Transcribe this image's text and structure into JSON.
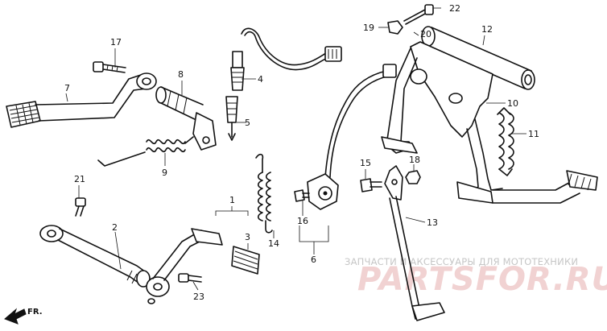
{
  "watermark": {
    "line1": "ЗАПЧАСТИ И АКСЕССУАРЫ ДЛЯ МОТОТЕХНИКИ",
    "line2": "PARTSFOR.RU"
  },
  "direction": {
    "label": "FR."
  },
  "callouts": {
    "c1": "1",
    "c2": "2",
    "c3": "3",
    "c4": "4",
    "c5": "5",
    "c6": "6",
    "c7": "7",
    "c8": "8",
    "c9": "9",
    "c10": "10",
    "c11": "11",
    "c12": "12",
    "c13": "13",
    "c14": "14",
    "c15": "15",
    "c16": "16",
    "c17": "17",
    "c18": "18",
    "c19": "19",
    "c20": "20",
    "c21": "21",
    "c22": "22",
    "c23": "23"
  }
}
